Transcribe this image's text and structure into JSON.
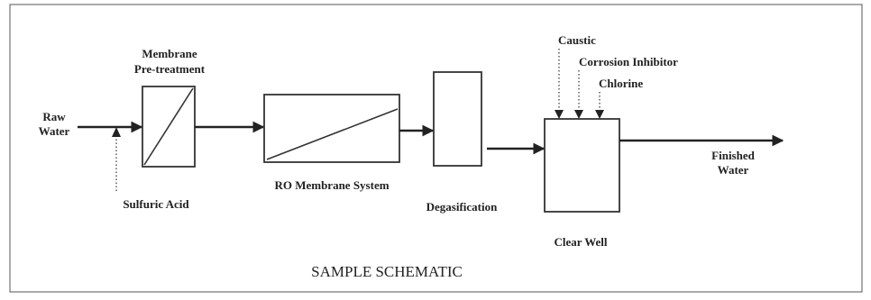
{
  "title": "SAMPLE SCHEMATIC",
  "inputs": {
    "raw_water_line1": "Raw",
    "raw_water_line2": "Water"
  },
  "chemicals": {
    "sulfuric_acid": "Sulfuric Acid",
    "caustic": "Caustic",
    "corrosion_inhibitor": "Corrosion Inhibitor",
    "chlorine": "Chlorine"
  },
  "units": {
    "pretreatment_line1": "Membrane",
    "pretreatment_line2": "Pre-treatment",
    "ro_system": "RO Membrane System",
    "degasification": "Degasification",
    "clear_well": "Clear Well"
  },
  "output": {
    "finished_water_line1": "Finished",
    "finished_water_line2": "Water"
  }
}
